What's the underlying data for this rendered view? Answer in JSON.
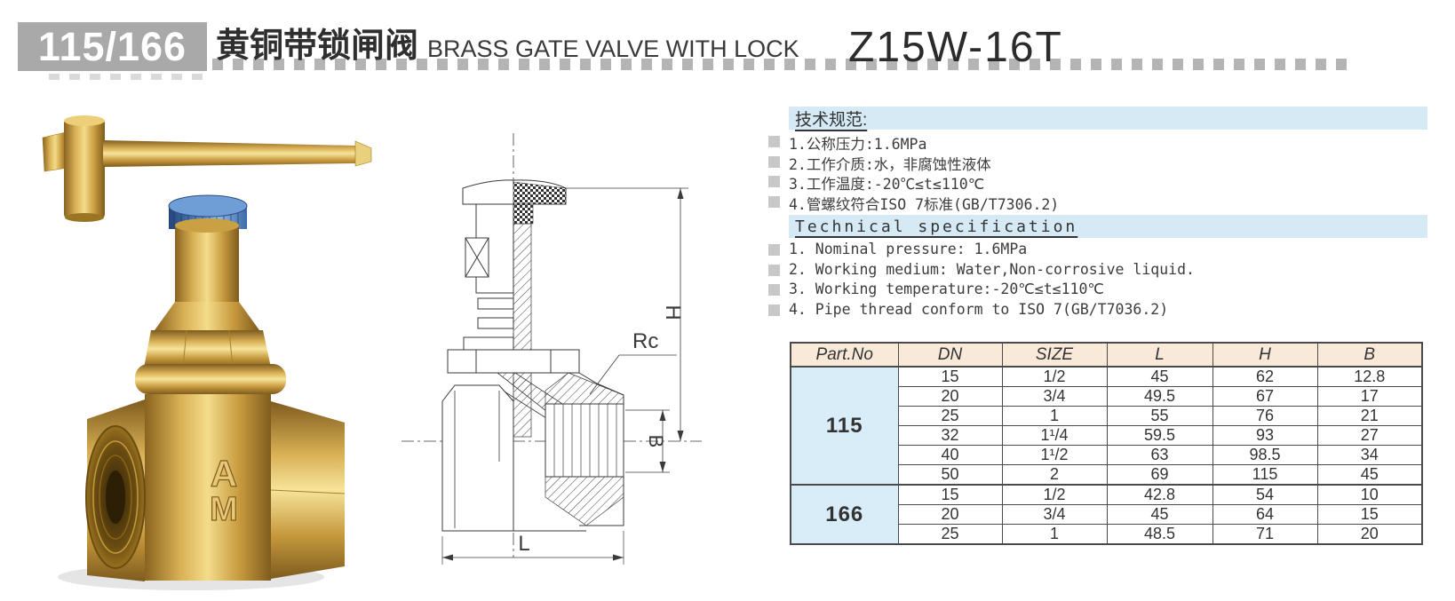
{
  "header": {
    "part_numbers": "115/166",
    "title_cn": "黄铜带锁闸阀",
    "title_en": "BRASS GATE VALVE WITH LOCK",
    "model": "Z15W-16T"
  },
  "product_photo": {
    "logo_line1": "A",
    "logo_line2": "M"
  },
  "drawing": {
    "labels": {
      "h": "H",
      "rc": "Rc",
      "b": "B",
      "l": "L"
    }
  },
  "specs_cn": {
    "heading": "技术规范:",
    "items": [
      "1.公称压力:1.6MPa",
      "2.工作介质:水，非腐蚀性液体",
      "3.工作温度:-20℃≤t≤110℃",
      "4.管螺纹符合ISO 7标准(GB/T7306.2)"
    ]
  },
  "specs_en": {
    "heading": "Technical specification",
    "items": [
      "1. Nominal pressure: 1.6MPa",
      "2. Working medium: Water,Non-corrosive liquid.",
      "3. Working temperature:-20℃≤t≤110℃",
      "4. Pipe thread conform to ISO 7(GB/T7036.2)"
    ]
  },
  "table": {
    "headers": [
      "Part.No",
      "DN",
      "SIZE",
      "L",
      "H",
      "B"
    ],
    "groups": [
      {
        "part_no": "115",
        "rows": [
          [
            "15",
            "1/2",
            "45",
            "62",
            "12.8"
          ],
          [
            "20",
            "3/4",
            "49.5",
            "67",
            "17"
          ],
          [
            "25",
            "1",
            "55",
            "76",
            "21"
          ],
          [
            "32",
            "1¹/4",
            "59.5",
            "93",
            "27"
          ],
          [
            "40",
            "1¹/2",
            "63",
            "98.5",
            "34"
          ],
          [
            "50",
            "2",
            "69",
            "115",
            "45"
          ]
        ]
      },
      {
        "part_no": "166",
        "rows": [
          [
            "15",
            "1/2",
            "42.8",
            "54",
            "10"
          ],
          [
            "20",
            "3/4",
            "45",
            "64",
            "15"
          ],
          [
            "25",
            "1",
            "48.5",
            "71",
            "20"
          ]
        ]
      }
    ]
  },
  "colors": {
    "stripe_blue": "#d6eaf6",
    "table_header_peach": "#f8e9d8",
    "part_cell_blue": "#d9edf9",
    "gray_box": "#a9a9a9",
    "dot_gray": "#b4b4b4",
    "bullet_gray": "#c8c8c8",
    "brass": "#caa045",
    "cap_blue": "#4d7cb8"
  }
}
